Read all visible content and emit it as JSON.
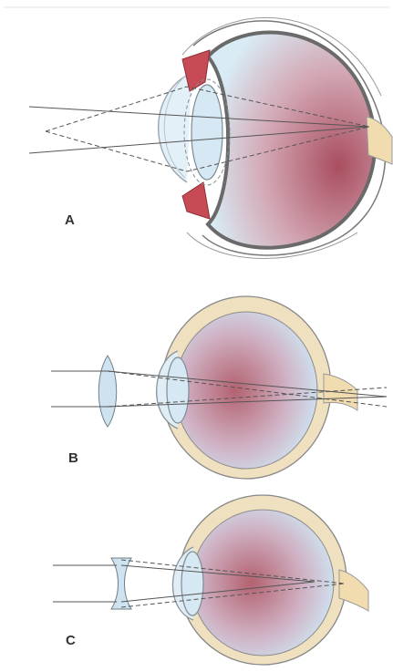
{
  "panels": [
    {
      "label": "A"
    },
    {
      "label": "B"
    },
    {
      "label": "C"
    }
  ],
  "colors": {
    "sclera_outline": "#6e6e6e",
    "choroid": "#7d7d7d",
    "vitreous_light": "#dbeaf2",
    "vitreous_dark": "#b06070",
    "ciliary_muscle": "#c0505a",
    "sclera_fill": "#efe0c0",
    "lens_fill": "#d7e8f3",
    "ray_line": "#555555",
    "optic_nerve": "#f1dcaf"
  }
}
